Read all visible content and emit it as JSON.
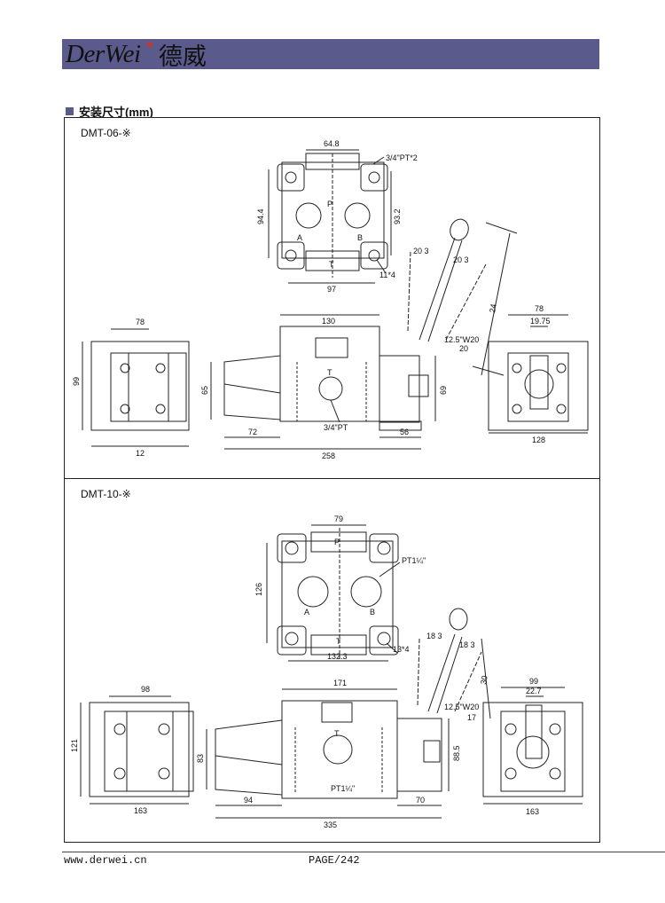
{
  "header": {
    "brand_latin": "DerWei",
    "brand_cjk": "德威",
    "bar_color": "#5b5a8c"
  },
  "section": {
    "title": "安装尺寸(mm)"
  },
  "models": [
    {
      "label": "DMT-06-※",
      "port_labels": {
        "p": "P",
        "a": "A",
        "b": "B",
        "t": "T"
      },
      "dims": {
        "top_width": "64.8",
        "port_thread": "3/4\"PT*2",
        "left_height": "94.4",
        "right_height": "93.2",
        "bolt_spacing": "97",
        "bolt_holes": "11*4",
        "lever_angle_a": "20 3",
        "lever_angle_b": "20 3",
        "lever_length": "24",
        "lever_thread": "12.5\"W20",
        "lever_offset": "20",
        "front_width": "130",
        "side_width": "78",
        "side_height": "99",
        "side_base": "12",
        "body_height": "65",
        "right_height_front": "69",
        "left_ext": "72",
        "total_length": "258",
        "right_ext": "56",
        "tank_port": "3/4\"PT",
        "end_width": "78",
        "end_inner": "19.75",
        "end_base": "128"
      }
    },
    {
      "label": "DMT-10-※",
      "port_labels": {
        "p": "P",
        "a": "A",
        "b": "B",
        "t": "T"
      },
      "dims": {
        "top_width": "79",
        "port_thread": "PT1¼\"",
        "left_height": "126",
        "bolt_spacing": "132.3",
        "bolt_holes": "13*4",
        "lever_angle_a": "18 3",
        "lever_angle_b": "18 3",
        "lever_length": "30",
        "lever_thread": "12.5\"W20",
        "lever_offset": "17",
        "front_width": "171",
        "side_width": "98",
        "side_height": "121",
        "side_base": "163",
        "body_height": "83",
        "right_height_front": "88.5",
        "left_ext": "94",
        "total_length": "335",
        "right_ext": "70",
        "tank_port": "PT1¼\"",
        "end_width": "99",
        "end_inner": "22.7",
        "end_base": "163"
      }
    }
  ],
  "footer": {
    "url": "www.derwei.cn",
    "page": "PAGE/242"
  }
}
